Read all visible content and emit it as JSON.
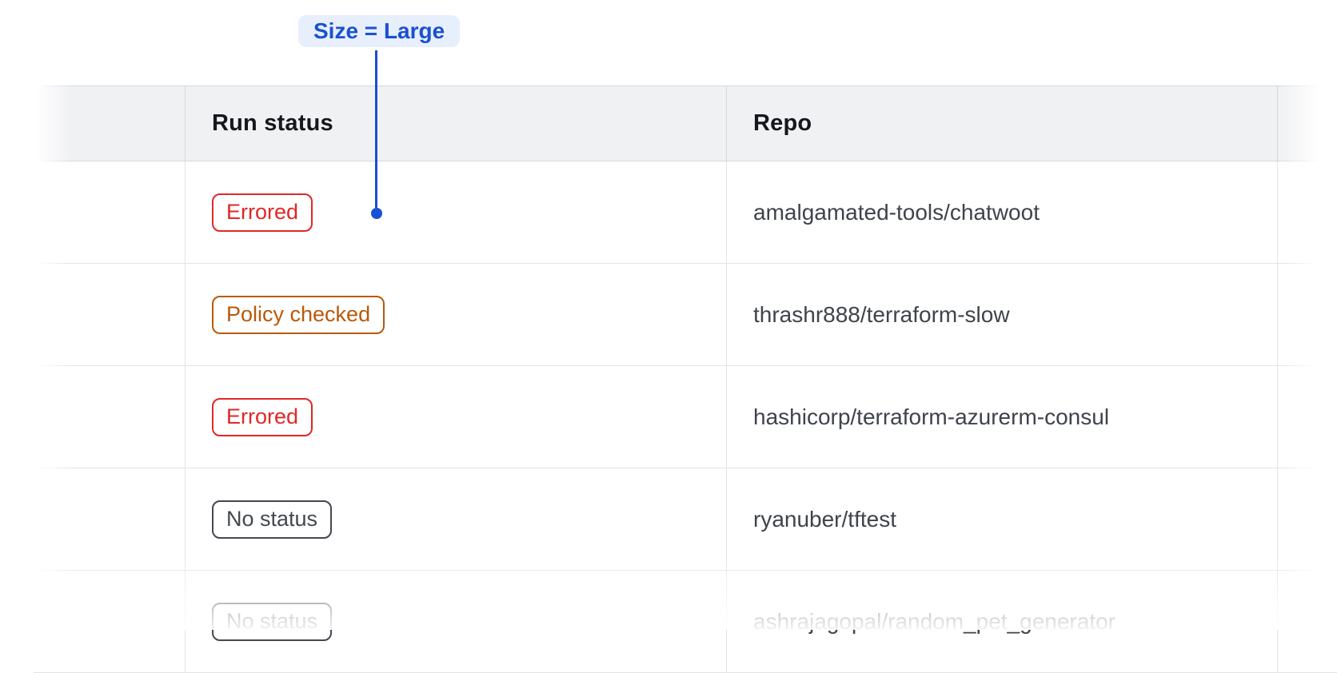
{
  "annotation": {
    "label": "Size = Large"
  },
  "table": {
    "columns": [
      {
        "label": ""
      },
      {
        "label": "Run status"
      },
      {
        "label": "Repo"
      },
      {
        "label": ""
      }
    ],
    "rows": [
      {
        "status": "Errored",
        "variant": "errored",
        "repo": "amalgamated-tools/chatwoot"
      },
      {
        "status": "Policy checked",
        "variant": "policy-checked",
        "repo": "thrashr888/terraform-slow"
      },
      {
        "status": "Errored",
        "variant": "errored",
        "repo": "hashicorp/terraform-azurerm-consul"
      },
      {
        "status": "No status",
        "variant": "no-status",
        "repo": "ryanuber/tftest"
      },
      {
        "status": "No status",
        "variant": "no-status",
        "repo": "ashrajagopal/random_pet_generator"
      }
    ]
  },
  "colors": {
    "annotation": "#1a50d2",
    "annotation-bg": "#e7effd",
    "errored": "#e12727",
    "policy-checked": "#b85a0b",
    "no-status": "#434850",
    "header-bg": "#f0f1f3",
    "header-text": "#16171c",
    "body-text": "#3f434b",
    "divider": "#e3e4e8",
    "divider-strong": "#d6d8dd"
  }
}
